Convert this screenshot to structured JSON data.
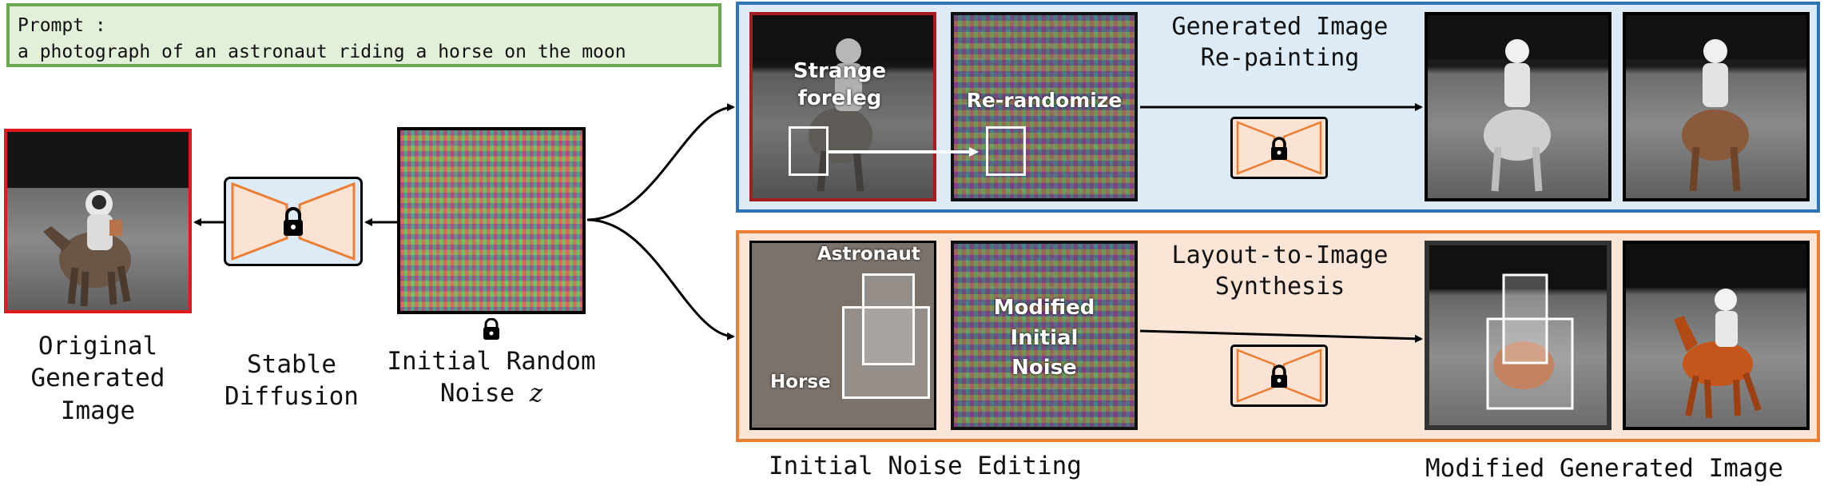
{
  "prompt": {
    "heading": "Prompt :",
    "text": "a photograph of an astronaut riding a horse on the moon"
  },
  "left": {
    "original_label": "Original\nGenerated\nImage",
    "sd_label": "Stable\nDiffusion",
    "noise_label": "Initial Random\nNoise",
    "noise_symbol": "z"
  },
  "top_panel": {
    "title": "Generated Image\nRe-painting",
    "region_label": "Strange\nforeleg",
    "noise_label": "Re-randomize"
  },
  "bottom_panel": {
    "title": "Layout-to-Image\nSynthesis",
    "astronaut_label": "Astronaut",
    "horse_label": "Horse",
    "noise_label": "Modified\nInitial\nNoise"
  },
  "bottom_labels": {
    "left": "Initial Noise Editing",
    "right": "Modified Generated Image"
  },
  "colors": {
    "prompt_border": "#6aa84f",
    "prompt_bg": "#e2f0d9",
    "top_border": "#2e75b6",
    "top_bg": "#ddebf7",
    "bottom_border": "#ed7d31",
    "bottom_bg": "#fbe5d6",
    "highlight_red": "#e0191e",
    "model_fill": "#fbe3d4",
    "model_stroke": "#ed7d31"
  },
  "icons": {
    "model": "encoder-decoder-icon",
    "lock": "lock-icon"
  }
}
